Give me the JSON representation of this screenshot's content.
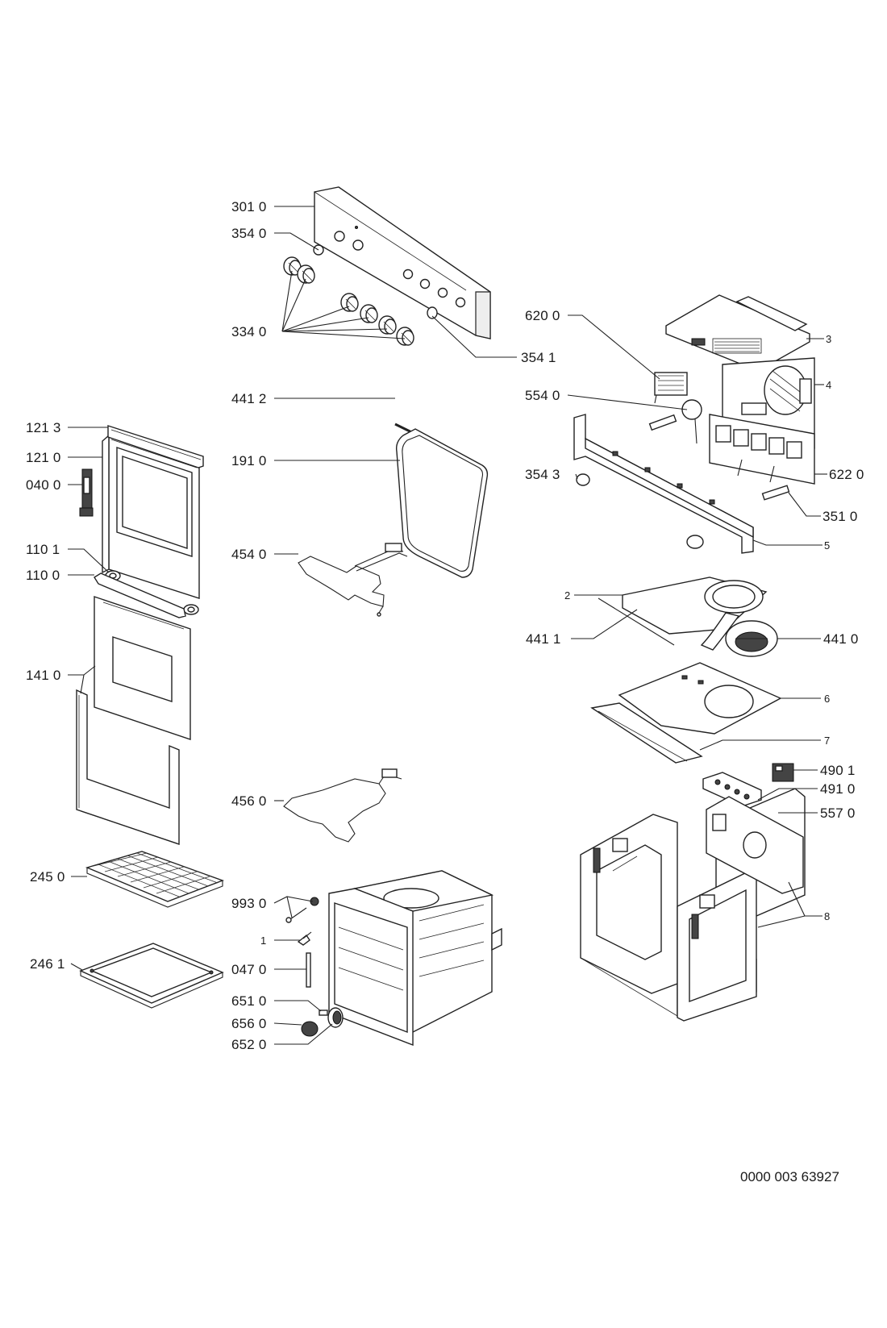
{
  "document_number": "0000 003 63927",
  "callouts": {
    "c3010": "301 0",
    "c3540": "354 0",
    "c3340": "334 0",
    "c3541": "354 1",
    "c4412": "441 2",
    "c1910": "191 0",
    "c4540": "454 0",
    "c1213": "121 3",
    "c1210": "121 0",
    "c0400": "040 0",
    "c1101": "110 1",
    "c1100": "110 0",
    "c1410": "141 0",
    "c4560": "456 0",
    "c2450": "245 0",
    "c2461": "246 1",
    "c9930": "993 0",
    "c1": "1",
    "c0470": "047 0",
    "c6510": "651 0",
    "c6560": "656 0",
    "c6520": "652 0",
    "c6200": "620 0",
    "c5540": "554 0",
    "c3543": "354 3",
    "c6220": "622 0",
    "c3510": "351 0",
    "c3": "3",
    "c4": "4",
    "c5": "5",
    "c2": "2",
    "c4411": "441 1",
    "c4410": "441 0",
    "c6": "6",
    "c7": "7",
    "c4901": "490 1",
    "c4910": "491 0",
    "c5570": "557 0",
    "c8": "8"
  }
}
